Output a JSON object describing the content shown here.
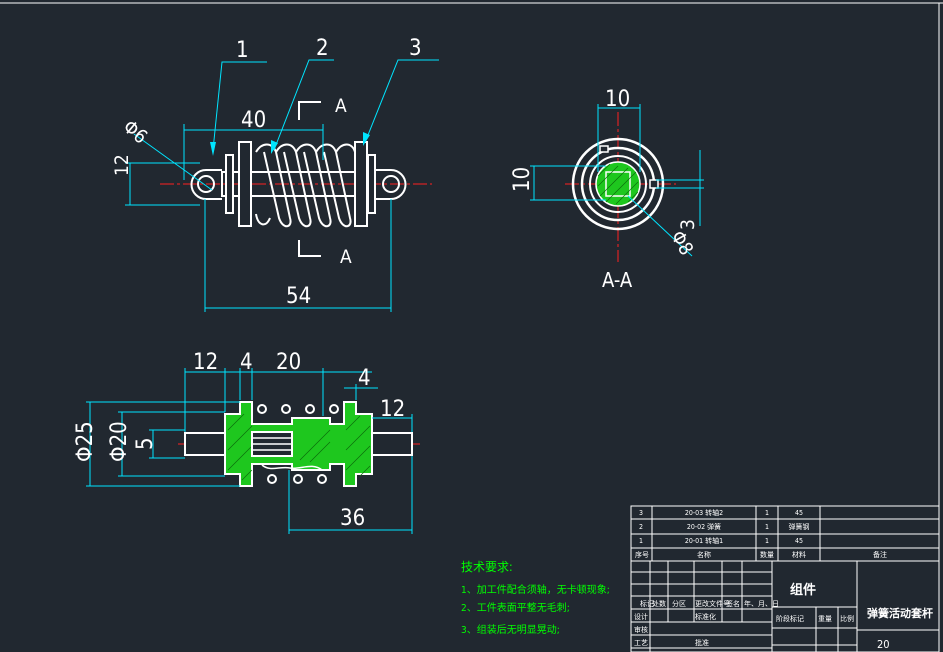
{
  "colors": {
    "background": "#212830",
    "outline": "#ffffff",
    "dimension": "#00e5ff",
    "centerline": "#ff2020",
    "section_fill": "#1ec71e",
    "notes": "#00ff00"
  },
  "front_view": {
    "balloons": [
      "1",
      "2",
      "3"
    ],
    "dims": {
      "d6": "Φ6",
      "len40": "40",
      "h12": "12",
      "len54": "54"
    },
    "section_marks": [
      "A",
      "A"
    ]
  },
  "section_view": {
    "caption": "A-A",
    "dims": {
      "w10": "10",
      "h10": "10",
      "d3": "3",
      "d8": "Φ8"
    }
  },
  "bottom_view": {
    "dims": {
      "w12": "12",
      "w4a": "4",
      "w20": "20",
      "w4b": "4",
      "w12b": "12",
      "d25": "Φ25",
      "d20": "Φ20",
      "h5": "5",
      "len36": "36"
    }
  },
  "notes": {
    "title": "技术要求:",
    "lines": [
      "1、加工件配合须轴，无卡顿现象;",
      "2、工件表面平整无毛刺;",
      "3、组装后无明显晃动;"
    ]
  },
  "bom": {
    "rows": [
      {
        "no": "3",
        "name": "20-03 转轴2",
        "qty": "1",
        "material": "45"
      },
      {
        "no": "2",
        "name": "20-02 弹簧",
        "qty": "1",
        "material": "弹簧钢"
      },
      {
        "no": "1",
        "name": "20-01 转轴1",
        "qty": "1",
        "material": "45"
      }
    ],
    "header": {
      "no": "序号",
      "name": "名称",
      "qty": "数量",
      "material": "材料",
      "remark": "备注"
    }
  },
  "title_block": {
    "type_label": "组件",
    "drawing_name": "弹簧活动套杆",
    "drawing_no": "20",
    "small_labels": [
      "标记",
      "处数",
      "分区",
      "更改文件号",
      "签名",
      "年、月、日",
      "设计",
      "标准化",
      "阶段标记",
      "重量",
      "比例",
      "审核",
      "工艺",
      "批准"
    ]
  }
}
